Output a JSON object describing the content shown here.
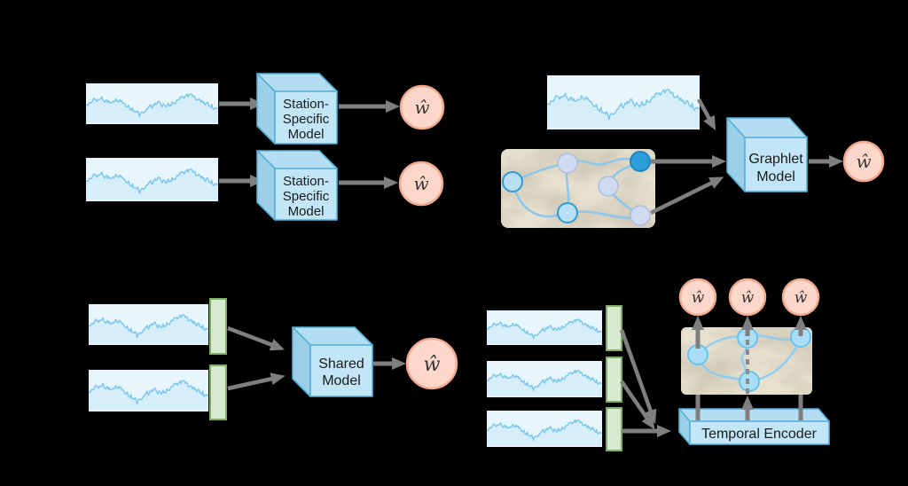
{
  "background": "#000000",
  "colors": {
    "bg": "#000000",
    "arrow": "#7f7f7f",
    "dash": "#8a8a8a",
    "cube-front": "#c2e6f8",
    "cube-top": "#b3ddf0",
    "cube-side": "#9bd0e8",
    "cube-stroke": "#58b0da",
    "pink-fill": "#fdd7c9",
    "pink-stroke": "#f2a98f",
    "green-fill": "#d7e9d0",
    "green-stroke": "#80ad66",
    "ts-bg": "#e7f5fc",
    "ts-line": "#7cc6ea",
    "ts-area": "#d6eefa",
    "map-base": "#e9e1cf",
    "edge": "#8cc6ec",
    "edge-d": "#8ecdf2",
    "node-light-fill": "#b7def1",
    "node-light-stroke": "#2e9bd6",
    "node-pale-fill": "#d0daf0",
    "node-pale-stroke": "#aabede",
    "node-dark-fill": "#2c9ed9",
    "node-dark-stroke": "#1e86bf",
    "node-sky-fill": "#aaddf7",
    "node-sky-stroke": "#66c2ee",
    "label": "#1a1a1a",
    "what": "#333333"
  },
  "panels": {
    "a": {
      "models": [
        [
          "Station-",
          "Specific",
          "Model"
        ],
        [
          "Station-",
          "Specific",
          "Model"
        ]
      ],
      "outputs": [
        "ŵ",
        "ŵ"
      ]
    },
    "b": {
      "model": [
        "Graphlet",
        "Model"
      ],
      "output": "ŵ"
    },
    "c": {
      "model": [
        "Shared",
        "Model"
      ],
      "output": "ŵ"
    },
    "d": {
      "encoder": "Temporal Encoder",
      "outputs": [
        "ŵ",
        "ŵ",
        "ŵ"
      ]
    }
  }
}
